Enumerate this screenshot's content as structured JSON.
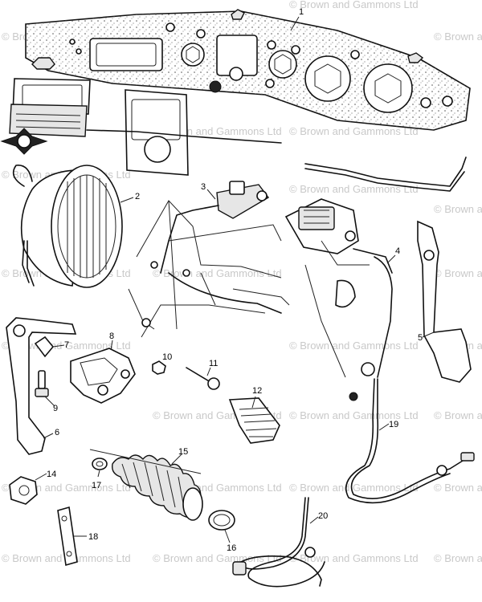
{
  "watermark": {
    "text": "© Brown and Gammons Ltd"
  },
  "callouts": {
    "p1": "1",
    "p2": "2",
    "p3": "3",
    "p4": "4",
    "p5": "5",
    "p6": "6",
    "p7": "7",
    "p8": "8",
    "p9": "9",
    "p10": "10",
    "p11": "11",
    "p12": "12",
    "p14": "14",
    "p15": "15",
    "p16": "16",
    "p17": "17",
    "p18": "18",
    "p19": "19",
    "p20": "20"
  }
}
